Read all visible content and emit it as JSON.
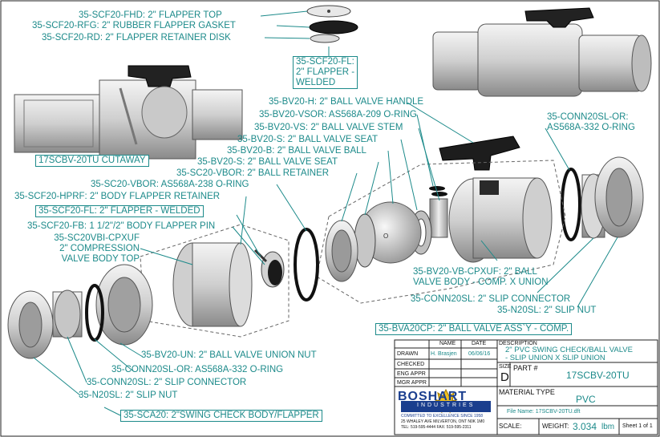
{
  "labels": {
    "fhd": "35-SCF20-FHD: 2\" FLAPPER TOP",
    "rfg": "35-SCF20-RFG: 2\" RUBBER FLAPPER GASKET",
    "rd": "35-SCF20-RD: 2\" FLAPPER RETAINER DISK",
    "fl_top": "35-SCF20-FL:\n2\" FLAPPER -\nWELDED",
    "cutaway": "17SCBV-20TU CUTAWAY",
    "bv_h": "35-BV20-H: 2\" BALL VALVE HANDLE",
    "vsor": "35-BV20-VSOR: AS568A-209 O-RING",
    "vs": "35-BV20-VS: 2\" BALL VALVE STEM",
    "s1": "35-BV20-S: 2\" BALL VALVE SEAT",
    "b": "35-BV20-B: 2\" BALL VALVE BALL",
    "s2": "35-BV20-S: 2\" BALL VALVE SEAT",
    "vbor_ret": "35-SC20-VBOR: 2\" BALL RETAINER",
    "vbor_or": "35-SC20-VBOR: AS568A-238 O-RING",
    "hprf": "35-SCF20-HPRF: 2\" BODY FLAPPER RETAINER",
    "fl_mid": "35-SCF20-FL: 2\" FLAPPER - WELDED",
    "fb": "35-SCF20-FB: 1 1/2\"/2\" BODY FLAPPER PIN",
    "cpxuf": "35-SC20VBI-CPXUF\n2\" COMPRESSION\nVALVE BODY TOP",
    "conn_or_right": "35-CONN20SL-OR:\nAS568A-332 O-RING",
    "vb": "35-BV20-VB-CPXUF: 2\" BALL\nVALVE BODY -  COMP. X UNION",
    "conn_right": "35-CONN20SL: 2\" SLIP CONNECTOR",
    "nut_right": "35-N20SL: 2\" SLIP NUT",
    "bva": "35-BVA20CP: 2\" BALL VALVE ASS`Y - COMP.",
    "un": "35-BV20-UN: 2\" BALL VALVE UNION NUT",
    "conn_or_left": "35-CONN20SL-OR: AS568A-332 O-RING",
    "conn_left": "35-CONN20SL: 2\" SLIP CONNECTOR",
    "nut_left": "35-N20SL: 2\" SLIP NUT",
    "sca": "35-SCA20: 2\"SWING CHECK BODY/FLAPPER"
  },
  "title_block": {
    "name_hdr": "NAME",
    "date_hdr": "DATE",
    "desc_hdr": "DESCRIPTION",
    "drawn": "DRAWN",
    "drawn_name": "H. Brasjen",
    "drawn_date": "06/06/16",
    "checked": "CHECKED",
    "eng": "ENG APPR",
    "mgr": "MGR APPR",
    "description": "2\" PVC SWING CHECK/BALL VALVE\n- SLIP UNION X SLIP UNION",
    "size_lbl": "SIZE",
    "size": "D",
    "part_lbl": "PART #",
    "part": "17SCBV-20TU",
    "material_lbl": "MATERIAL TYPE",
    "material": "PVC",
    "file": "File Name: 17SCBV-20TU.dft",
    "scale_lbl": "SCALE:",
    "weight_lbl": "WEIGHT:",
    "weight": "3.034",
    "weight_unit": "lbm",
    "sheet": "Sheet 1 of 1",
    "logo": "BOSHART",
    "logo_sub": "INDUSTRIES",
    "tagline": "COMMITTED TO EXCELLENCE SINCE 1958",
    "address": "25 WHALEY AVE MILVERTON, ONT N0K 1M0",
    "phone": "TEL: 519-595-4444  FAX: 519-595-2311"
  },
  "colors": {
    "label": "#1c8a8a",
    "part": "#d8d8d8",
    "handle": "#1a1a1a"
  }
}
